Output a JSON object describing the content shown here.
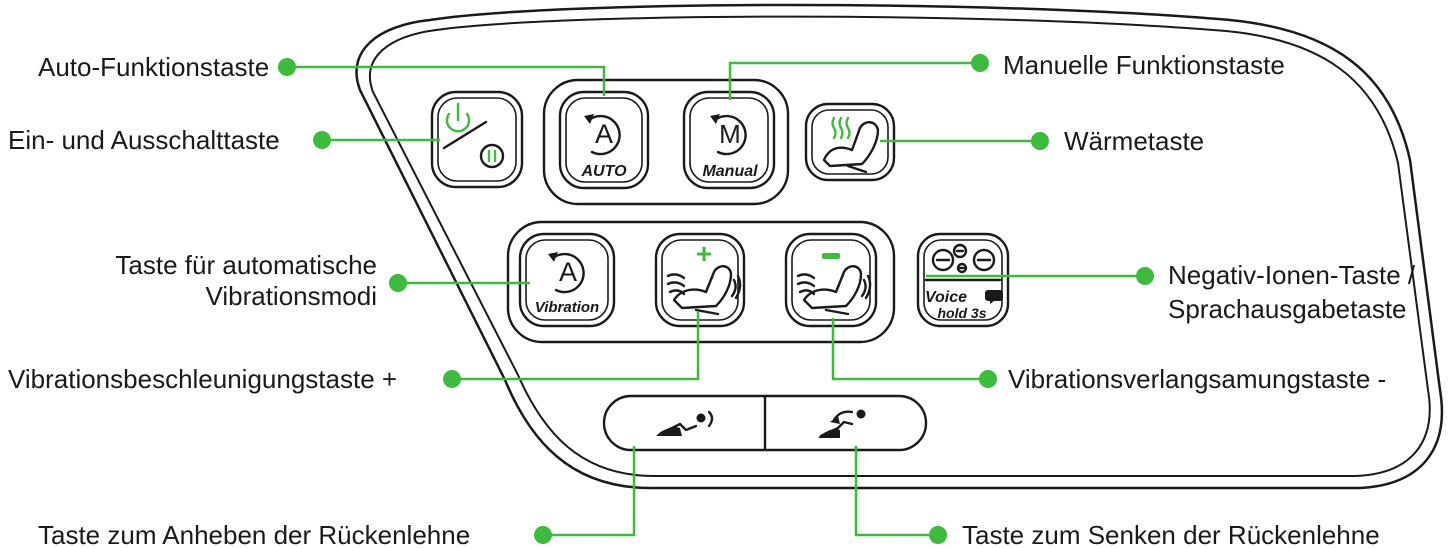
{
  "callouts": {
    "auto_key": "Auto-Funktionstaste",
    "manual_key": "Manuelle Funktionstaste",
    "power_key": "Ein- und Ausschalttaste",
    "heat_key": "Wärmetaste",
    "auto_vibration_line1": "Taste für automatische",
    "auto_vibration_line2": "Vibrationsmodi",
    "ion_voice_line1": "Negativ-Ionen-Taste /",
    "ion_voice_line2": "Sprachausgabetaste",
    "vibration_plus": "Vibrationsbeschleunigungstaste +",
    "vibration_minus": "Vibrationsverlangsamungstaste -",
    "backrest_up": "Taste  zum Anheben der Rückenlehne",
    "backrest_down": "Taste zum Senken der Rückenlehne"
  },
  "buttons": {
    "auto": {
      "glyph": "A",
      "label": "AUTO"
    },
    "manual": {
      "glyph": "M",
      "label": "Manual"
    },
    "vibration_auto": {
      "glyph": "A",
      "label": "Vibration"
    },
    "vibration_plus_sign": "+",
    "voice": {
      "label1": "Voice",
      "label2": "hold 3s"
    }
  },
  "colors": {
    "accent": "#3dbb3d",
    "ink": "#1a1a1a",
    "background": "#ffffff"
  },
  "icons": {
    "power": "power-icon",
    "pause": "pause-cycle-icon",
    "heat": "heat-chair-icon",
    "vib_up": "vibration-chair-plus-icon",
    "vib_down": "vibration-chair-minus-icon",
    "ion": "negative-ion-icon",
    "speech": "speech-bubble-icon",
    "recline_up": "backrest-up-icon",
    "recline_down": "backrest-down-icon"
  }
}
